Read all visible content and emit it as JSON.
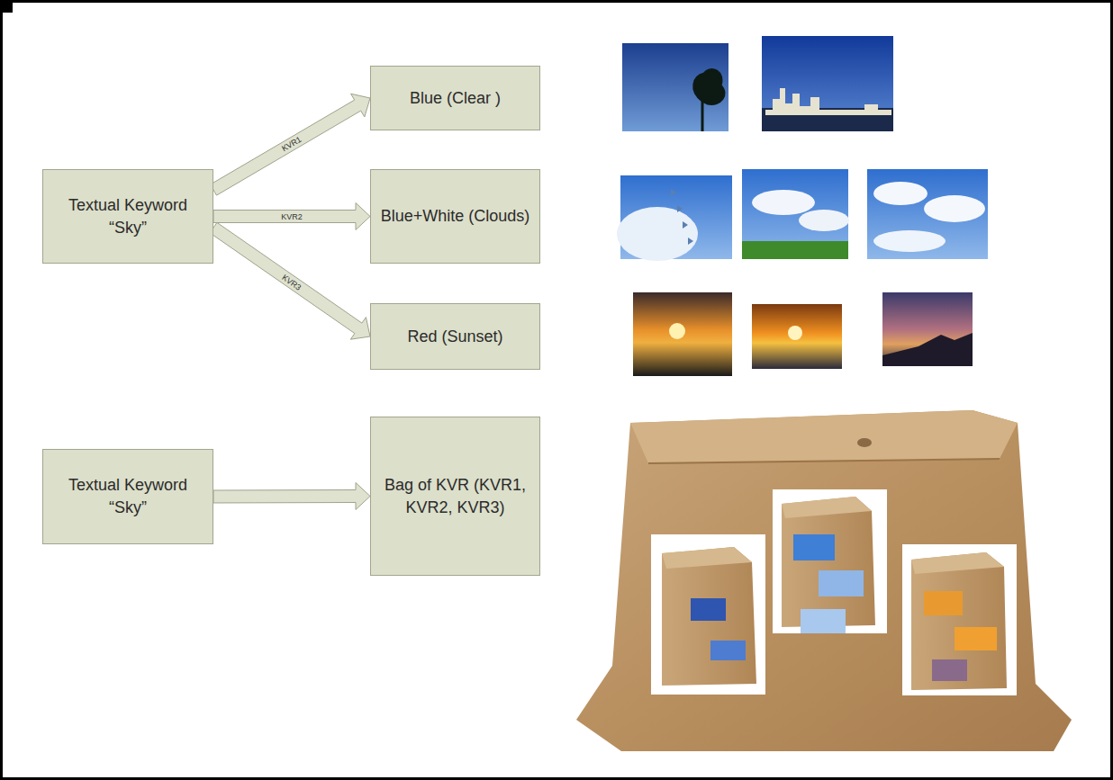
{
  "diagram": {
    "nodes": [
      {
        "text": [
          "Textual Keyword “Sky”"
        ]
      },
      {
        "text": [
          "Blue (Clear )"
        ]
      },
      {
        "text": [
          "Blue+White (Clouds)"
        ]
      },
      {
        "text": [
          "Red (Sunset)"
        ]
      },
      {
        "text": [
          "Textual Keyword “Sky”"
        ]
      },
      {
        "text": [
          "Bag of KVR (KVR1, KVR2, KVR3)"
        ]
      }
    ],
    "edges": [
      {
        "from": 0,
        "to": 1,
        "label": "KVR1",
        "arrow": "to"
      },
      {
        "from": 0,
        "to": 2,
        "label": "KVR2",
        "arrow": "to"
      },
      {
        "from": 0,
        "to": 3,
        "label": "KVR3",
        "arrow": "to"
      },
      {
        "from": 4,
        "to": 5,
        "arrow": "to"
      }
    ]
  }
}
